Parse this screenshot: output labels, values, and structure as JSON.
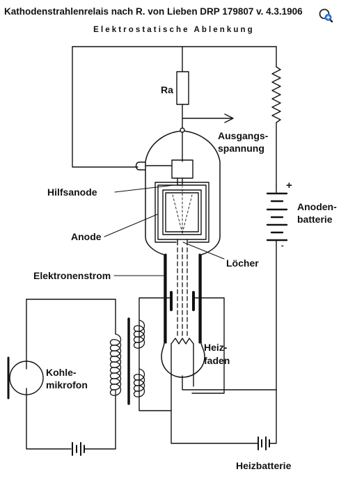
{
  "title": "Kathodenstrahlenrelais  nach R. von Lieben   DRP 179807  v. 4.3.1906",
  "subtitle": "Elektrostatische Ablenkung",
  "labels": {
    "ra": "Ra",
    "ausgang_1": "Ausgangs-",
    "ausgang_2": "spannung",
    "hilfsanode": "Hilfsanode",
    "anode": "Anode",
    "anodenbatterie_1": "Anoden-",
    "anodenbatterie_2": "batterie",
    "plus": "+",
    "minus": "-",
    "loecher": "Löcher",
    "elektronenstrom": "Elektronenstrom",
    "heizfaden_1": "Heiz-",
    "heizfaden_2": "faden",
    "mikrofon_1": "Kohle-",
    "mikrofon_2": "mikrofon",
    "heizbatterie": "Heizbatterie"
  },
  "icons": {
    "zoom": "zoom-in-icon"
  },
  "colors": {
    "ink": "#111111",
    "zoom_accent": "#2a6fd6"
  }
}
